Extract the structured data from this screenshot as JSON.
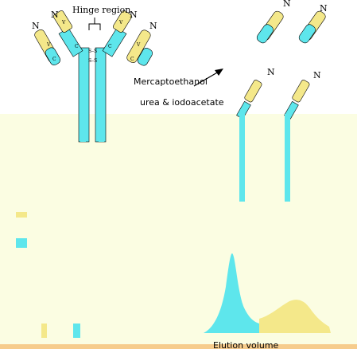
{
  "colors": {
    "heavy_chain": "#5ee6ec",
    "light_chain": "#f4e88a",
    "panel": "#fbfde2",
    "baseline": "#f6cc8c",
    "outline": "#000000"
  },
  "labels": {
    "hinge_region": "Hinge region",
    "mercaptoethanol": "Mercaptoethanol",
    "urea": "urea & iodoacetate",
    "elution_volume": "Elution volume",
    "terminal": "N",
    "variable": "V",
    "constant": "C",
    "disulfide": "S–S"
  }
}
